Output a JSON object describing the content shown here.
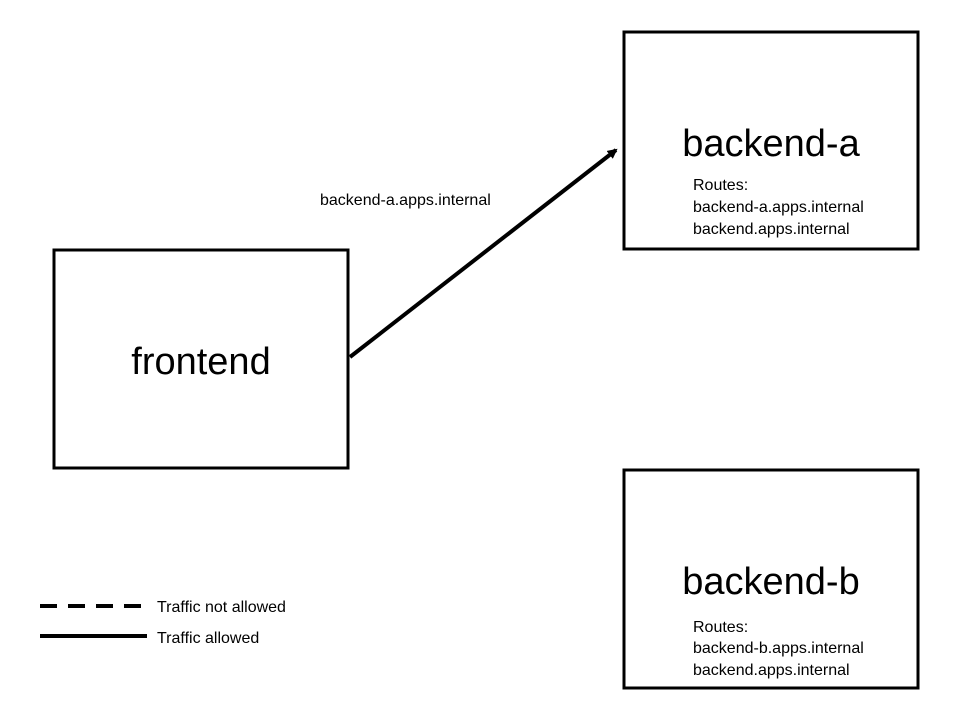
{
  "nodes": {
    "frontend": {
      "title": "frontend"
    },
    "backend_a": {
      "title": "backend-a",
      "routes_label": "Routes:",
      "routes": [
        "backend-a.apps.internal",
        "backend.apps.internal"
      ]
    },
    "backend_b": {
      "title": "backend-b",
      "routes_label": "Routes:",
      "routes": [
        "backend-b.apps.internal",
        "backend.apps.internal"
      ]
    }
  },
  "edges": [
    {
      "from": "frontend",
      "to": "backend-a",
      "label": "backend-a.apps.internal",
      "style": "solid"
    }
  ],
  "legend": {
    "items": [
      {
        "style": "dashed",
        "label": "Traffic not allowed"
      },
      {
        "style": "solid",
        "label": "Traffic allowed"
      }
    ]
  }
}
